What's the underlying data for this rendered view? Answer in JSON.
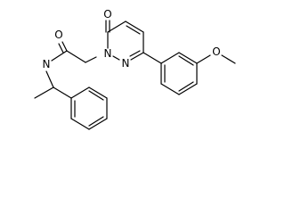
{
  "molecule": {
    "atoms": {
      "carbonyl_o_pyridazinone": "O",
      "carbonyl_o_amide": "O",
      "amide_n": "N",
      "ring_n1": "N",
      "ring_n2": "N",
      "methoxy_o": "O"
    }
  }
}
